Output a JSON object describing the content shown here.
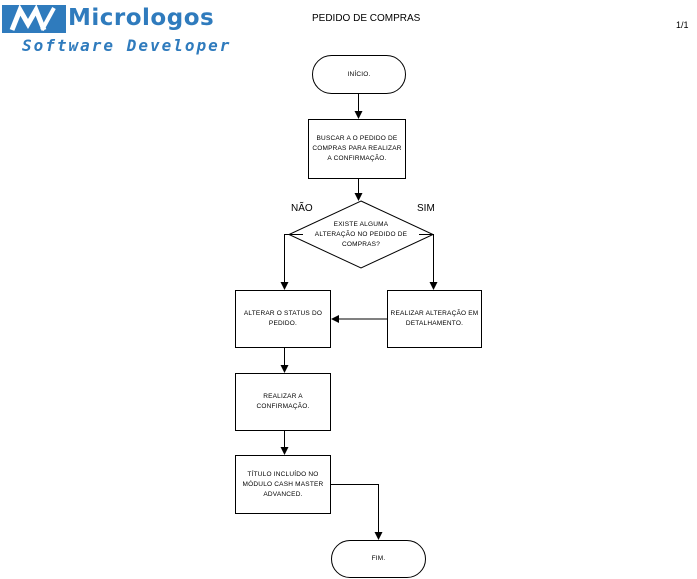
{
  "logo": {
    "name": "Micrologos",
    "tagline": "Software Developer"
  },
  "header": {
    "title": "PEDIDO DE COMPRAS",
    "page": "1/1"
  },
  "flow": {
    "start": "INÍCIO.",
    "search": "BUSCAR A O PEDIDO DE\nCOMPRAS PARA REALIZAR\nA CONFIRMAÇÃO.",
    "decision": "EXISTE ALGUMA\nALTERAÇÃO NO PEDIDO DE\nCOMPRAS?",
    "no_label": "NÃO",
    "yes_label": "SIM",
    "change_status": "ALTERAR  O STATUS DO\nPEDIDO.",
    "detail_change": "REALIZAR ALTERAÇÃO EM\nDETALHAMENTO.",
    "confirm": "REALIZAR A\nCONFIRMAÇÃO.",
    "title_included": "TÍTULO INCLUÍDO  NO\nMÓDULO CASH MASTER\nADVANCED.",
    "end": "FIM."
  },
  "colors": {
    "logo": "#2f7bbd",
    "stroke": "#000000"
  }
}
